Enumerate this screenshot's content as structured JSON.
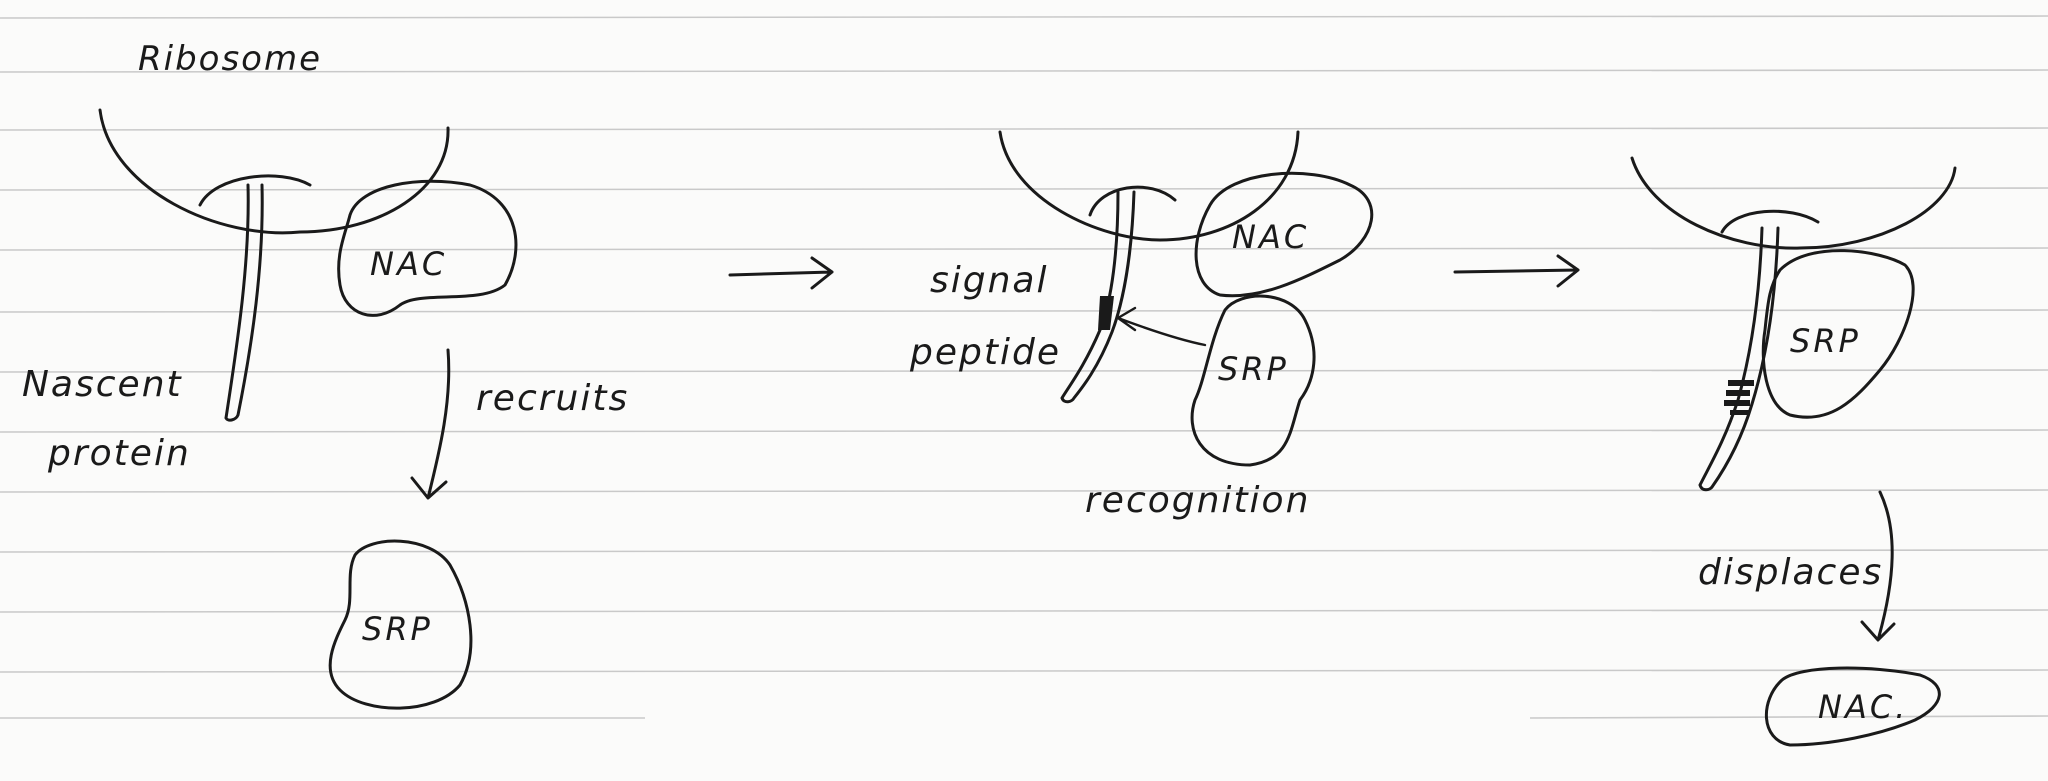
{
  "labels": {
    "ribosome": "Ribosome",
    "nascent_protein_line1": "Nascent",
    "nascent_protein_line2": "protein",
    "recruits": "recruits",
    "signal_peptide_line1": "signal",
    "signal_peptide_line2": "peptide",
    "recognition": "recognition",
    "displaces": "displaces"
  },
  "blobs": {
    "nac": "NAC",
    "srp": "SRP",
    "nac_released": "NAC."
  },
  "colors": {
    "ink": "#1a1a1a",
    "paper": "#fbfbfa",
    "rule": "#c9c9c9"
  }
}
